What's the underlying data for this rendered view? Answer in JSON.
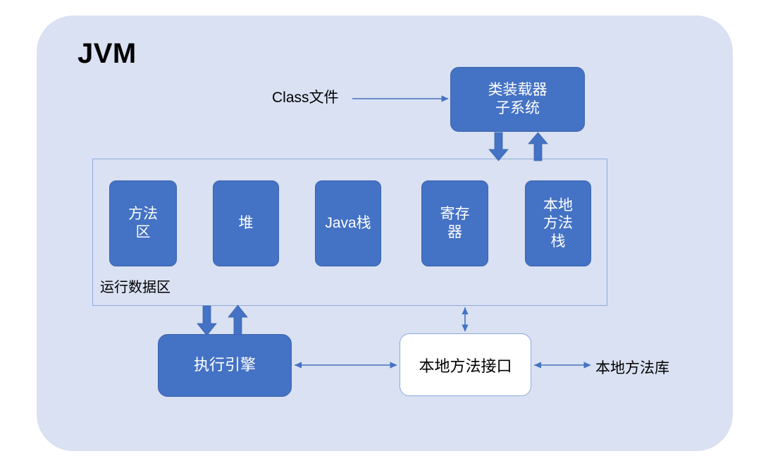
{
  "diagram": {
    "title": "JVM",
    "background_color": "#d9e1f2",
    "node_color": "#4472c4",
    "connector_color": "#4472c4",
    "outer_label": "JVM"
  },
  "nodes": {
    "class_loader": {
      "label": "类装载器\n子系统",
      "line1": "类装载器",
      "line2": "子系统"
    },
    "method_area": {
      "label": "方法区",
      "line1": "方法",
      "line2": "区"
    },
    "heap": {
      "label": "堆"
    },
    "java_stack": {
      "label": "Java栈"
    },
    "register": {
      "label": "寄存器",
      "line1": "寄存",
      "line2": "器"
    },
    "native_method_stack": {
      "label": "本地方法栈",
      "line1": "本地",
      "line2": "方法",
      "line3": "栈"
    },
    "execution_engine": {
      "label": "执行引擎"
    },
    "native_method_interface": {
      "label": "本地方法接口"
    }
  },
  "labels": {
    "class_file": "Class文件",
    "runtime_data_area": "运行数据区",
    "native_method_library": "本地方法库"
  },
  "edges": [
    {
      "from": "class_file",
      "to": "class_loader",
      "style": "thin-arrow",
      "direction": "one-way"
    },
    {
      "from": "class_loader",
      "to": "runtime_data_area",
      "style": "thick-arrow",
      "direction": "down"
    },
    {
      "from": "runtime_data_area",
      "to": "class_loader",
      "style": "thick-arrow",
      "direction": "up"
    },
    {
      "from": "runtime_data_area",
      "to": "execution_engine",
      "style": "thick-arrow",
      "direction": "down"
    },
    {
      "from": "execution_engine",
      "to": "runtime_data_area",
      "style": "thick-arrow",
      "direction": "up"
    },
    {
      "from": "runtime_data_area",
      "to": "native_method_interface",
      "style": "thin-arrow",
      "direction": "two-way"
    },
    {
      "from": "execution_engine",
      "to": "native_method_interface",
      "style": "thin-arrow",
      "direction": "two-way"
    },
    {
      "from": "native_method_interface",
      "to": "native_method_library",
      "style": "thin-arrow",
      "direction": "two-way"
    }
  ]
}
